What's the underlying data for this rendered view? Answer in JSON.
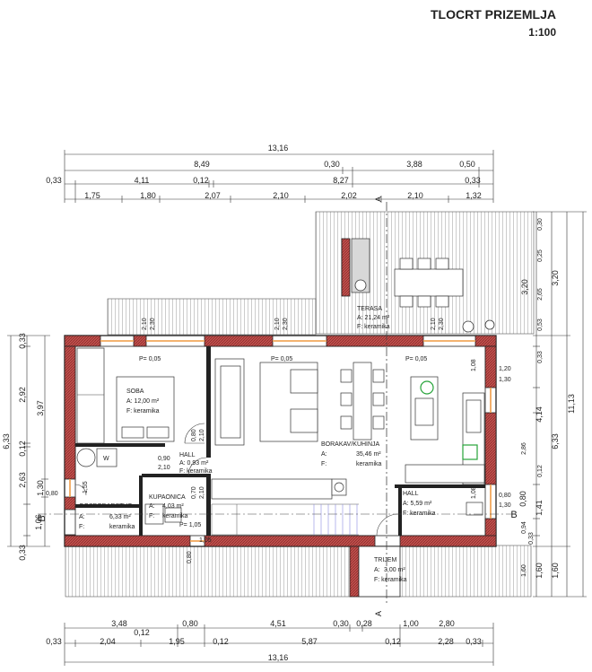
{
  "header": {
    "title": "TLOCRT PRIZEMLJA",
    "scale": "1:100"
  },
  "dimensions": {
    "top_total": "13,16",
    "top_row2": [
      "8,49",
      "0,30",
      "3,88",
      "0,50"
    ],
    "top_row3": [
      "0,33",
      "4,11",
      "0,12",
      "8,27",
      "0,33"
    ],
    "top_row4": [
      "1,75",
      "1,80",
      "2,07",
      "2,10",
      "2,02",
      "2,10",
      "1,32"
    ],
    "bottom_row1": [
      "3,48",
      "0,80",
      "4,51",
      "0,30",
      "0,28",
      "1,00",
      "2,80"
    ],
    "bottom_row2": [
      "0,33",
      "0,12",
      "2,04",
      "1,95",
      "0,12",
      "5,87",
      "0,12",
      "2,28",
      "0,33"
    ],
    "bottom_total": "13,16",
    "left_outer": "6,33",
    "left_a": [
      "0,33",
      "2,92",
      "0,12",
      "2,63",
      "1,06",
      "0,33"
    ],
    "left_b": [
      "3,97",
      "1,30",
      "0,80"
    ],
    "right_a": [
      "0,30",
      "0,25",
      "2,65",
      "0,53",
      "0,33",
      "1,20",
      "1,30",
      "2,86",
      "0,12",
      "0,80",
      "1,30",
      "0,94",
      "0,33",
      "1,60"
    ],
    "right_b": [
      "3,20",
      "4,14",
      "1,41",
      "0,80",
      "1,60"
    ],
    "right_c": [
      "3,20",
      "6,33",
      "1,60"
    ],
    "right_total": "11,13",
    "openings": [
      "2,10",
      "2,30",
      "2,10",
      "2,30",
      "2,10",
      "2,30",
      "1,55",
      "1,05",
      "0,80",
      "2,10",
      "0,70",
      "2,10",
      "0,80",
      "1,08",
      "1,08"
    ]
  },
  "parapets": [
    "P= 0,05",
    "P= 0,05",
    "P= 0,05",
    "P= 1,05"
  ],
  "rooms": [
    {
      "name": "TERASA",
      "area": "A: 21,24 m²",
      "floor": "F: keramika"
    },
    {
      "name": "SOBA",
      "area": "A: 12,00 m²",
      "floor": "F: keramika"
    },
    {
      "name": "BORAKAV/KUHINJA",
      "area": "35,46 m²",
      "floor": "keramika"
    },
    {
      "name": "HALL",
      "area": "A: 0,93 m²",
      "floor": "F: keramika"
    },
    {
      "name": "KUPAONICA",
      "area": "4,03 m²",
      "floor": "keramika"
    },
    {
      "name": "GOSPODARSTVO",
      "area": "6,33 m²",
      "floor": "keramika"
    },
    {
      "name": "HALL",
      "area": "A: 5,59 m²",
      "floor": "F: keramika"
    },
    {
      "name": "TRIJEM",
      "area": "3,00 m²",
      "floor": "F: keramika"
    }
  ],
  "markers": {
    "section_a_top": "A",
    "section_a_bottom": "A",
    "section_b_left": "B",
    "section_b_right": "B",
    "appliance": "W",
    "stair_up": "2,10",
    "stair_up2": "0,90"
  },
  "colors": {
    "brick": "#c0504d",
    "window": "#f2a85c",
    "plant": "#27a33a"
  }
}
